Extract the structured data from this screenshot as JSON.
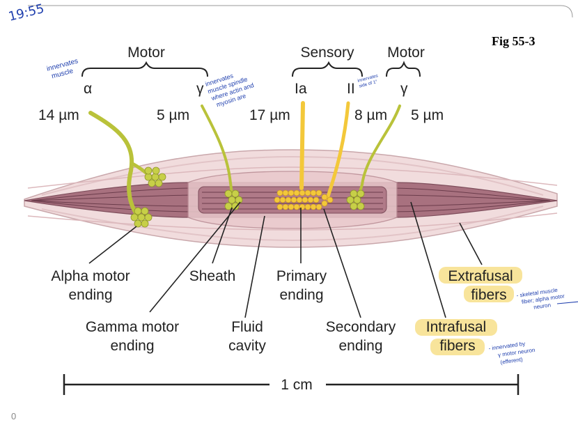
{
  "timestamp": "19:55",
  "figure_label": "Fig 55-3",
  "page_number": "0",
  "groups": {
    "motor_left": "Motor",
    "sensory": "Sensory",
    "motor_right": "Motor"
  },
  "fibers": {
    "alpha": "α",
    "gamma_left": "γ",
    "ia": "Ia",
    "ii": "II",
    "gamma_right": "γ"
  },
  "diameters": {
    "alpha": "14 µm",
    "gamma_left": "5 µm",
    "ia": "17 µm",
    "ii": "8 µm",
    "gamma_right": "5 µm"
  },
  "labels": {
    "alpha_motor": [
      "Alpha motor",
      "ending"
    ],
    "sheath": "Sheath",
    "primary": [
      "Primary",
      "ending"
    ],
    "extrafusal": [
      "Extrafusal",
      "fibers"
    ],
    "gamma_motor": [
      "Gamma motor",
      "ending"
    ],
    "fluid": [
      "Fluid",
      "cavity"
    ],
    "secondary": [
      "Secondary",
      "ending"
    ],
    "intrafusal": [
      "Intrafusal",
      "fibers"
    ]
  },
  "scale_label": "1 cm",
  "handwritten": {
    "alpha_note": [
      "innervates",
      "muscle"
    ],
    "gamma_note": [
      "innervates",
      "muscle spindle",
      "where actin and",
      "myosin are"
    ],
    "ii_note": [
      "innervates",
      "side of 1°"
    ],
    "extrafusal_note": [
      "- skeletal muscle",
      "fiber; alpha motor",
      "neuron"
    ],
    "intrafusal_note": [
      "- innervated by",
      "γ motor neuron",
      "(efferent)"
    ]
  },
  "colors": {
    "nerve_green": "#b9c23a",
    "nerve_yellow": "#f3c83a",
    "muscle_outer": "#f1dcdd",
    "muscle_mid": "#a8717f",
    "highlight": "#f7e08a",
    "ink_blue": "#1f3fae"
  }
}
